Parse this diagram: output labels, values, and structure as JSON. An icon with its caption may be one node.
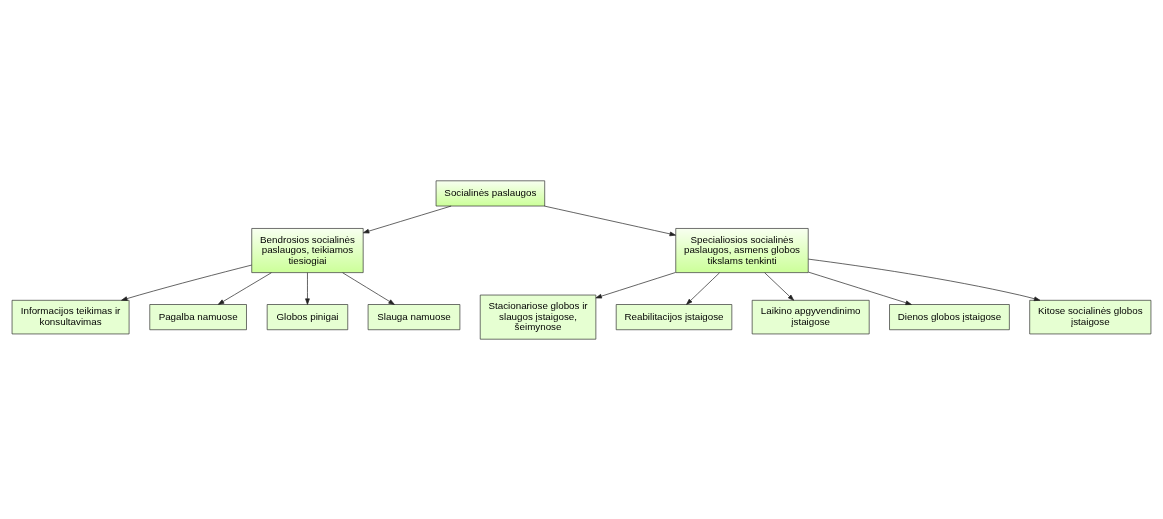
{
  "diagram": {
    "nodes": [
      {
        "text": [
          "Socialinės paslaugos"
        ]
      },
      {
        "text": [
          "Bendrosios socialinės paslaugos, teikiamos tiesiogiai"
        ]
      },
      {
        "text": [
          "Specialiosios socialinės paslaugos, asmens globos tikslams tenkinti"
        ]
      },
      {
        "text": [
          "Informacijos teikimas ir konsultavimas"
        ]
      },
      {
        "text": [
          "Pagalba namuose"
        ]
      },
      {
        "text": [
          "Globos pinigai"
        ]
      },
      {
        "text": [
          "Slauga namuose"
        ]
      },
      {
        "text": [
          "Stacionariose globos ir slaugos įstaigose, šeimynose"
        ]
      },
      {
        "text": [
          "Reabilitacijos įstaigose"
        ]
      },
      {
        "text": [
          "Laikino apgyvendinimo įstaigose"
        ]
      },
      {
        "text": [
          "Dienos globos įstaigose"
        ]
      },
      {
        "text": [
          "Kitose socialinės globos įstaigose"
        ]
      }
    ],
    "edges": [
      {
        "from": 0,
        "to": 1,
        "arrow": "to"
      },
      {
        "from": 0,
        "to": 2,
        "arrow": "to"
      },
      {
        "from": 1,
        "to": 3,
        "arrow": "to"
      },
      {
        "from": 1,
        "to": 5,
        "arrow": "to"
      },
      {
        "from": 1,
        "to": 6,
        "arrow": "to"
      },
      {
        "from": 1,
        "to": 4,
        "arrow": "to"
      },
      {
        "from": 2,
        "to": 7,
        "arrow": "to"
      },
      {
        "from": 2,
        "to": 9,
        "arrow": "to"
      },
      {
        "from": 2,
        "to": 11,
        "arrow": "to"
      },
      {
        "from": 2,
        "to": 10,
        "arrow": "to"
      },
      {
        "from": 2,
        "to": 8,
        "arrow": "to"
      }
    ]
  }
}
